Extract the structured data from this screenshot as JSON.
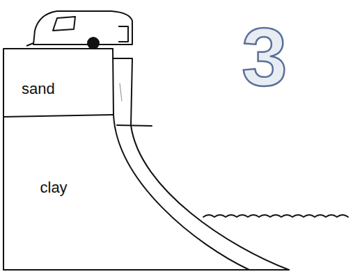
{
  "diagram": {
    "labels": [
      "sand",
      "clay",
      "3"
    ]
  }
}
